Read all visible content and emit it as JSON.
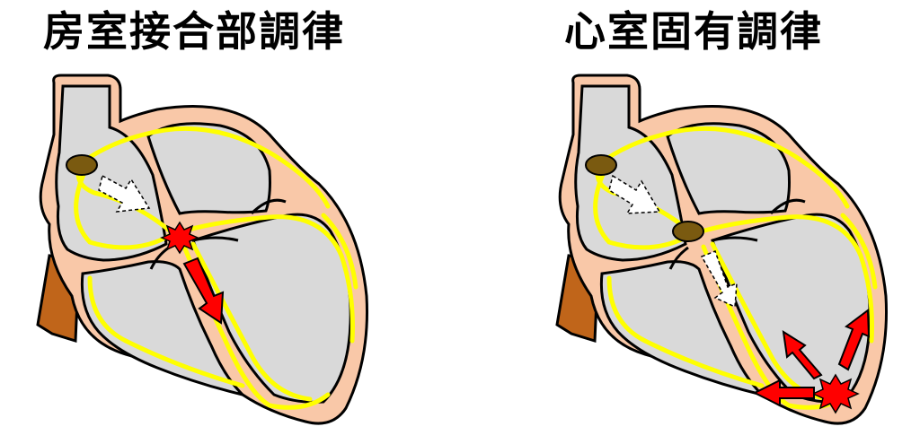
{
  "titles": {
    "left": "房室接合部調律",
    "right": "心室固有調律"
  },
  "colors": {
    "muscle": "#f9c8a8",
    "chamber": "#d9d9d9",
    "conduction": "#ffff00",
    "node": "#7a5a10",
    "vessel": "#c0651a",
    "arrow": "#ff0000",
    "burst": "#ff0000"
  },
  "diagrams": [
    {
      "name": "junctional-rhythm",
      "burst_location": "av-junction"
    },
    {
      "name": "idioventricular-rhythm",
      "burst_location": "ventricular-apex"
    }
  ]
}
